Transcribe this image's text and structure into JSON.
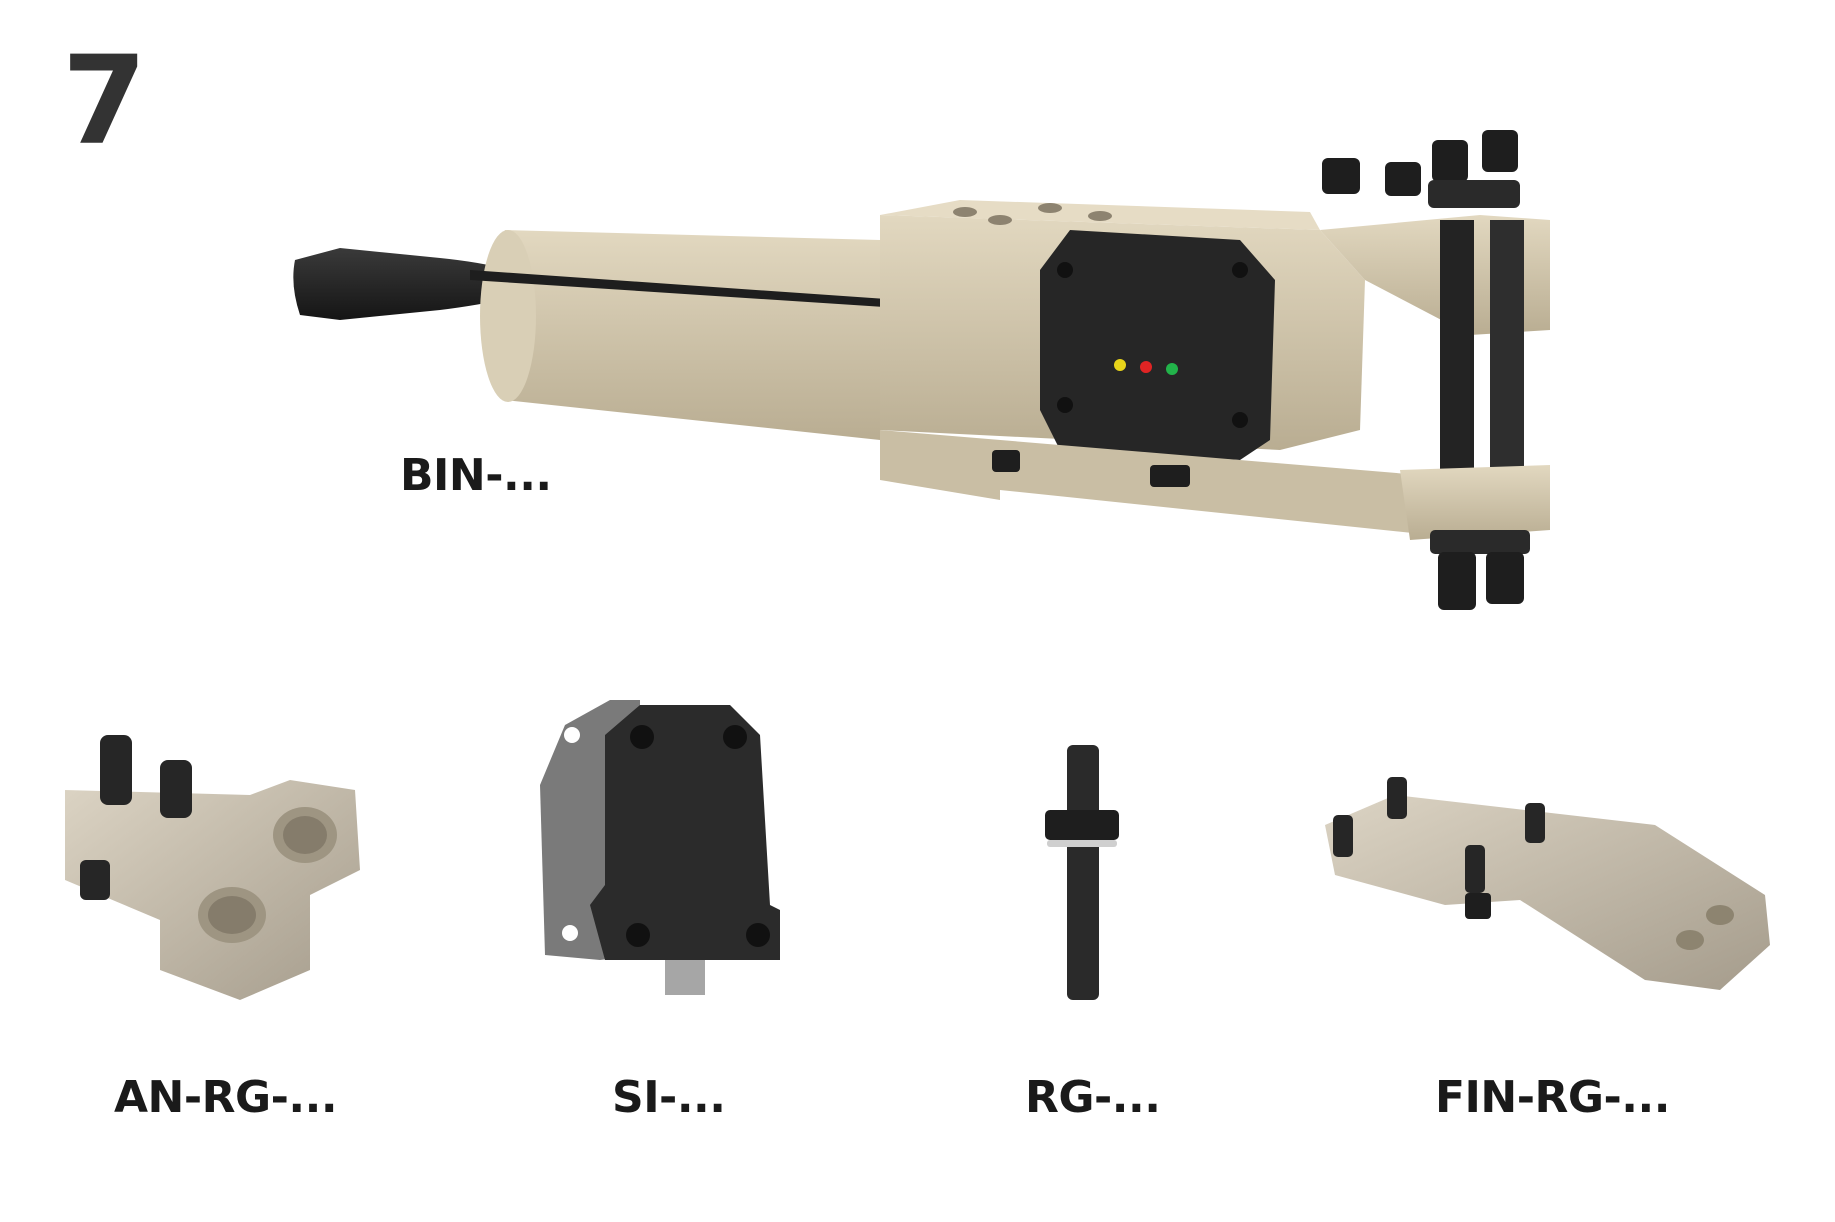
{
  "page_number": "7",
  "products": {
    "bin": {
      "label": "BIN-..."
    },
    "an_rg": {
      "label": "AN-RG-..."
    },
    "si": {
      "label": "SI-..."
    },
    "rg": {
      "label": "RG-..."
    },
    "fin_rg": {
      "label": "FIN-RG-..."
    }
  },
  "colors": {
    "beige_body": "#d6cbb2",
    "beige_shadow": "#b8ac91",
    "dark_part": "#2b2b2b",
    "silver_plate": "#cfc7b8",
    "led_yellow": "#e8d41a",
    "led_red": "#e02424",
    "led_green": "#22b34a"
  }
}
